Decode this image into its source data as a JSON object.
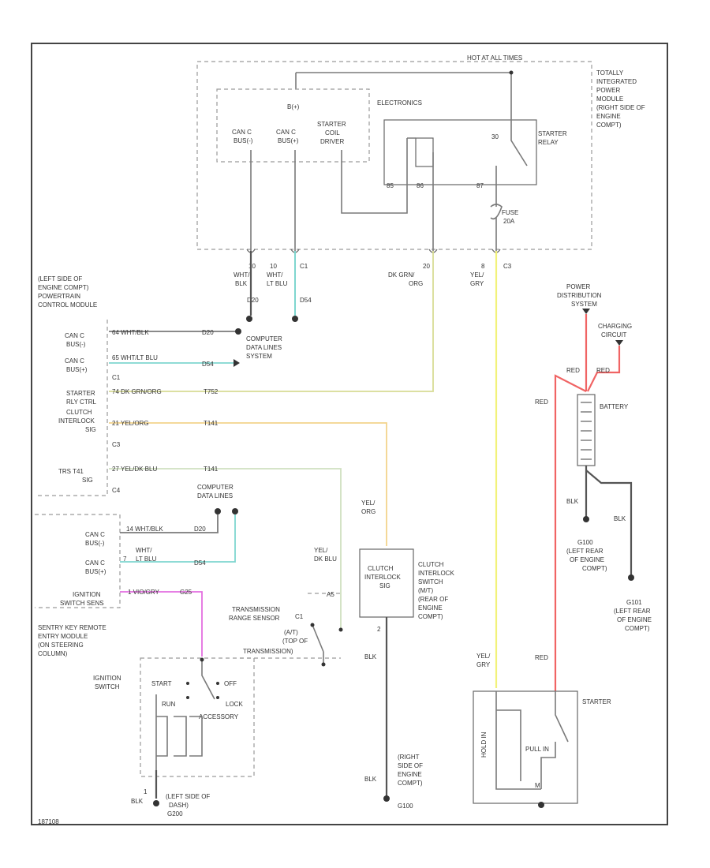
{
  "colors": {
    "frame": "#444444",
    "wire_gray": "#7a7a7a",
    "wire_cyan": "#7fd6cf",
    "wire_yellow_green": "#d8dc95",
    "wire_yellow_orange": "#f3d48c",
    "wire_green_pale": "#cfe0c0",
    "wire_pink": "#e36fe0",
    "wire_yellow": "#f2f27a",
    "wire_red": "#f06464",
    "wire_black": "#555555"
  },
  "tipm": {
    "hot_label": "HOT AT ALL TIMES",
    "location": [
      "TOTALLY",
      "INTEGRATED",
      "POWER",
      "MODULE",
      "(RIGHT SIDE OF",
      "ENGINE",
      "COMPT)"
    ],
    "electronics": "ELECTRONICS",
    "bplus": "B(+)",
    "can_bus_minus": [
      "CAN C",
      "BUS(-)"
    ],
    "can_bus_plus": [
      "CAN C",
      "BUS(+)"
    ],
    "starter_coil_driver": [
      "STARTER",
      "COIL",
      "DRIVER"
    ],
    "starter_relay": [
      "STARTER",
      "RELAY"
    ],
    "fuse": [
      "FUSE",
      "20A"
    ],
    "pin_30": "30",
    "pin_85": "85",
    "pin_86": "86",
    "pin_87": "87"
  },
  "wires_top": [
    {
      "pin": "10",
      "color": "WHT/",
      "color2": "BLK",
      "circuit": "D20"
    },
    {
      "pin": "10",
      "color": "WHT/",
      "color2": "LT BLU",
      "circuit": "D54",
      "conn": "C1"
    },
    {
      "pin": "20",
      "color": "DK GRN/",
      "color2": "ORG",
      "circuit": ""
    },
    {
      "pin": "8",
      "color": "YEL/",
      "color2": "GRY",
      "circuit": "",
      "conn": "C3"
    }
  ],
  "pcm": {
    "location": [
      "(LEFT SIDE OF",
      "ENGINE COMPT)",
      "POWERTRAIN",
      "CONTROL MODULE"
    ],
    "rows": [
      {
        "label": [
          "CAN C",
          "BUS(-)"
        ],
        "wire": "64 WHT/BLK",
        "circuit": "D20"
      },
      {
        "label": [
          "CAN C",
          "BUS(+)"
        ],
        "wire": "65 WHT/LT BLU",
        "circuit": "D54",
        "conn": "C1"
      },
      {
        "label": [
          "STARTER",
          "RLY CTRL"
        ],
        "wire": "74 DK GRN/ORG",
        "circuit": "T752"
      },
      {
        "label": [
          "CLUTCH",
          "INTERLOCK",
          "SIG"
        ],
        "wire": "21 YEL/ORG",
        "circuit": "T141",
        "conn": "C3"
      },
      {
        "label": [
          "TRS T41",
          "SIG"
        ],
        "wire": "27 YEL/DK BLU",
        "circuit": "T141",
        "conn": "C4"
      }
    ]
  },
  "computer_data_lines_1": [
    "COMPUTER",
    "DATA LINES",
    "SYSTEM"
  ],
  "computer_data_lines_2": [
    "COMPUTER",
    "DATA LINES"
  ],
  "skrem": {
    "location": [
      "SENTRY KEY REMOTE",
      "ENTRY MODULE",
      "(ON STEERING",
      "COLUMN)"
    ],
    "rows": [
      {
        "label": [
          "CAN C",
          "BUS(-)"
        ],
        "wire": "14 WHT/BLK",
        "circuit": "D20"
      },
      {
        "label": [
          "CAN C",
          "BUS(+)"
        ],
        "wire": "WHT/",
        "wire2": "LT BLU",
        "pin": "7",
        "circuit": "D54"
      },
      {
        "label": [
          "IGNITION",
          "SWITCH SENS"
        ],
        "wire": "1 VIO/GRY",
        "circuit": "G25"
      }
    ]
  },
  "trs": {
    "label": [
      "TRANSMISSION",
      "RANGE SENSOR",
      "(A/T)",
      "(TOP OF",
      "TRANSMISSION)"
    ],
    "wire": [
      "YEL/",
      "DK BLU"
    ],
    "pin_a": "C1",
    "pin_b": "A5"
  },
  "clutch": {
    "box": [
      "CLUTCH",
      "INTERLOCK",
      "SIG"
    ],
    "label": [
      "CLUTCH",
      "INTERLOCK",
      "SWITCH",
      "(M/T)",
      "(REAR OF",
      "ENGINE",
      "COMPT)"
    ],
    "wire": [
      "YEL/",
      "ORG"
    ],
    "ground_wire": "BLK",
    "pin": "2",
    "ground": [
      "(RIGHT",
      "SIDE OF",
      "ENGINE",
      "COMPT)",
      "G100"
    ]
  },
  "ignition": {
    "label": [
      "IGNITION",
      "SWITCH"
    ],
    "positions": [
      "START",
      "RUN",
      "OFF",
      "LOCK",
      "ACCESSORY"
    ],
    "ground_wire": "BLK",
    "ground": [
      "(LEFT SIDE OF",
      "DASH)",
      "G200"
    ],
    "pin": "1"
  },
  "power": {
    "pdc": [
      "POWER",
      "DISTRIBUTION",
      "SYSTEM"
    ],
    "charging": [
      "CHARGING",
      "CIRCUIT"
    ],
    "wire_red1": "RED",
    "wire_red2": "RED",
    "wire_red_left": "RED",
    "wire_red_starter": "RED",
    "battery": "BATTERY",
    "blk1": "BLK",
    "blk2": "BLK",
    "g1": [
      "G100",
      "(LEFT REAR",
      "OF ENGINE",
      "COMPT)"
    ],
    "g2": [
      "G101",
      "(LEFT REAR",
      "OF ENGINE",
      "COMPT)"
    ]
  },
  "starter": {
    "label": "STARTER",
    "wire": [
      "YEL/",
      "GRY"
    ],
    "pull_in": "PULL IN",
    "hold_in": "HOLD IN",
    "motor": "M"
  },
  "footer_code": "187108"
}
